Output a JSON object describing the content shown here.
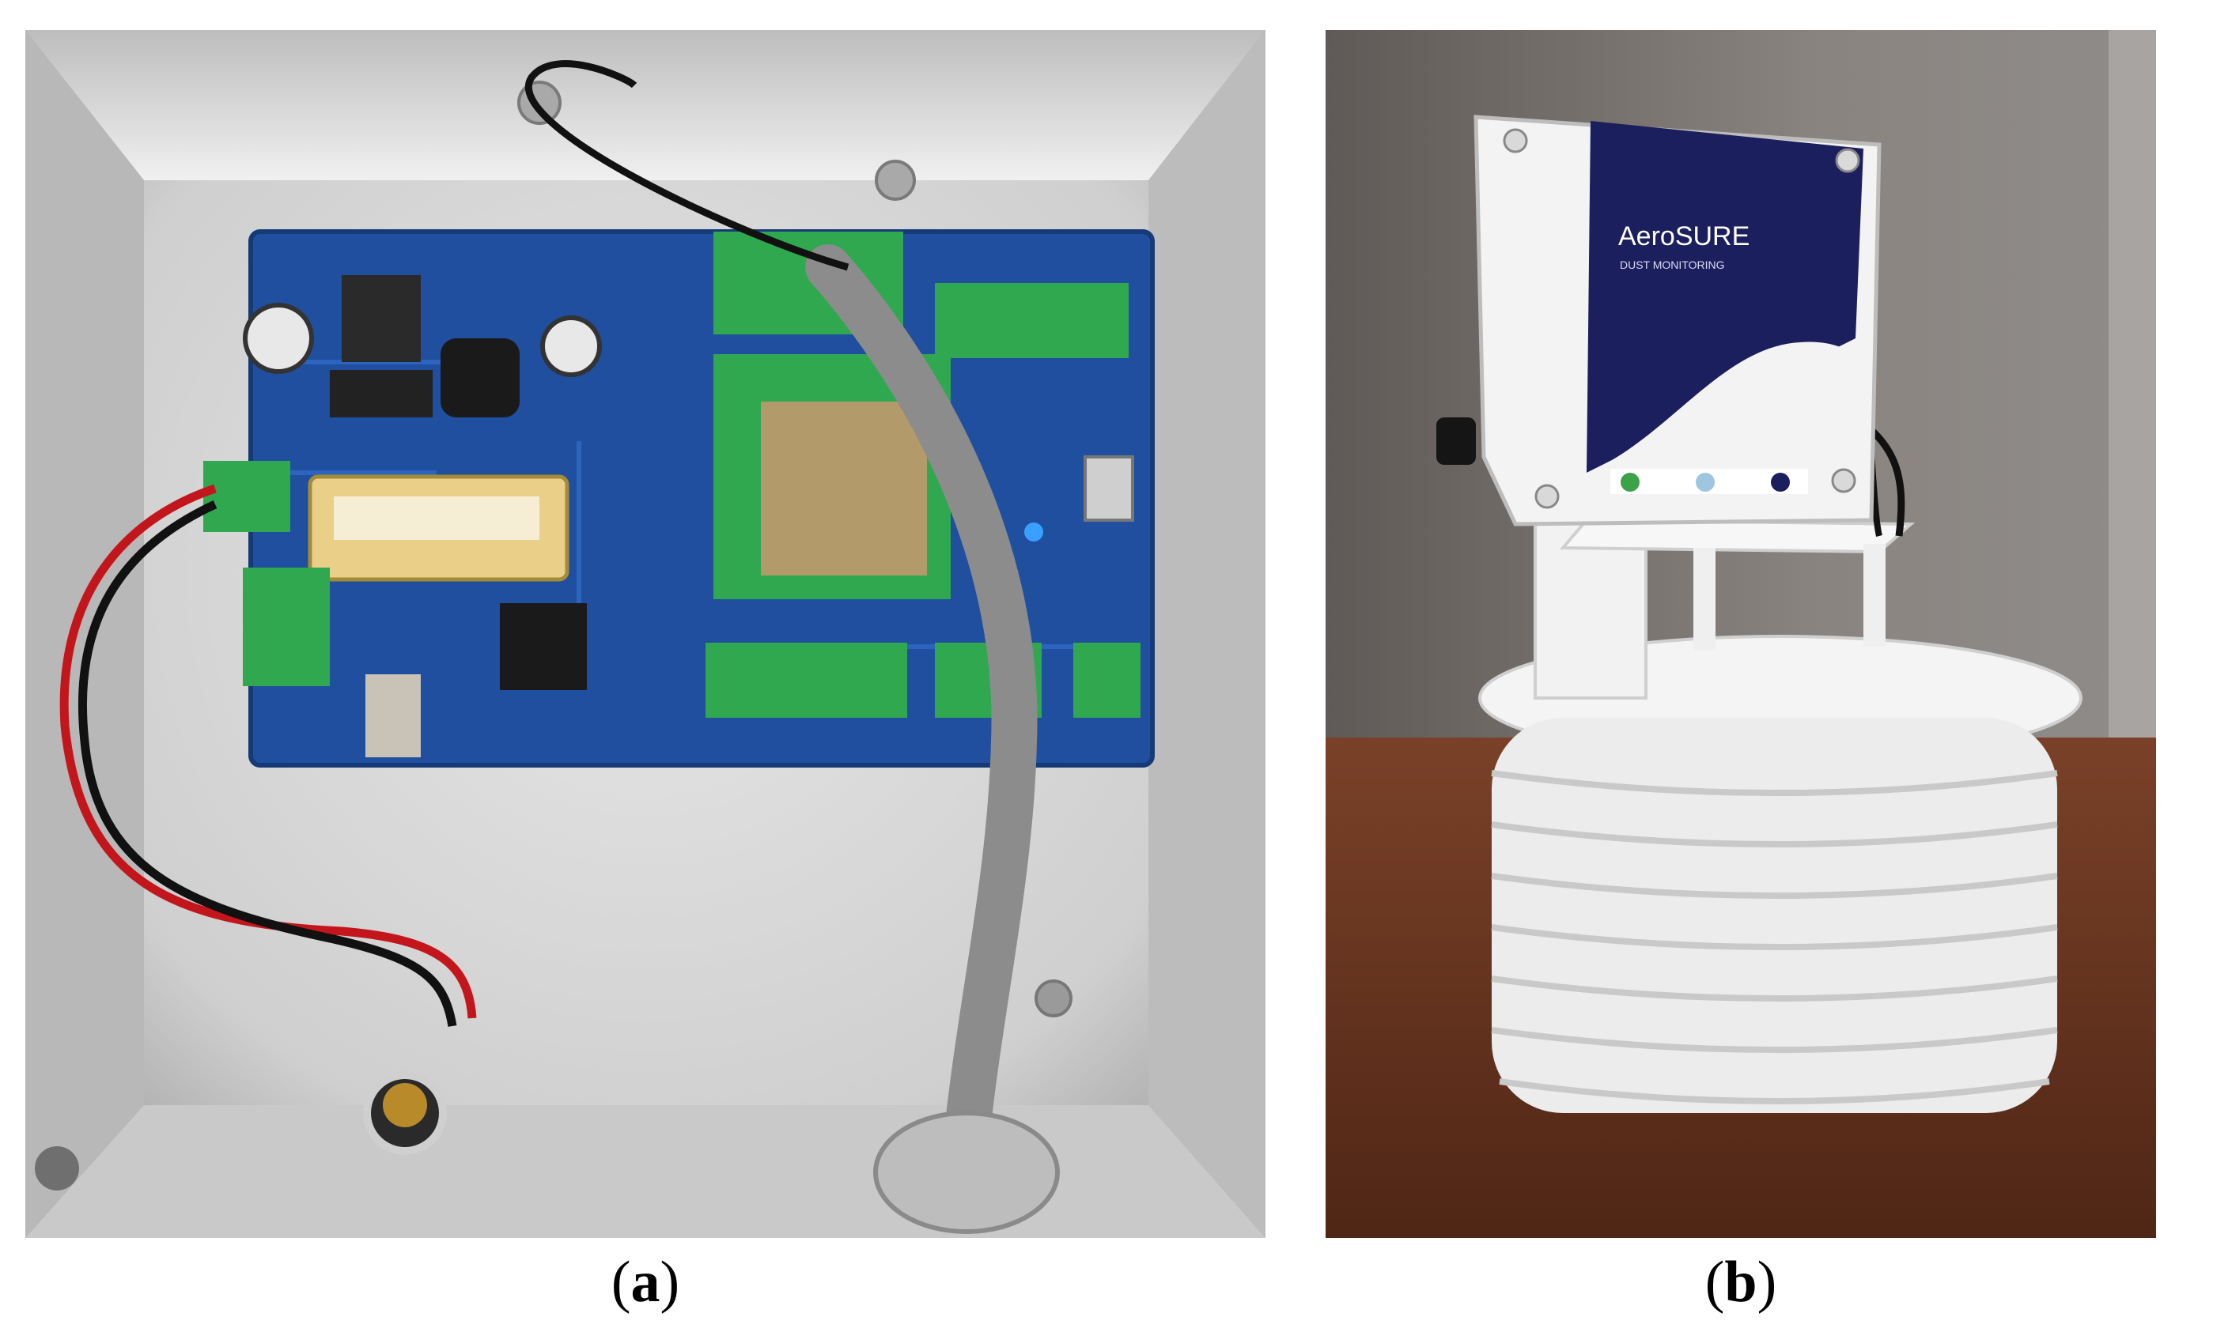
{
  "panels": [
    {
      "id": "a",
      "caption_letter": "a"
    },
    {
      "id": "b",
      "caption_letter": "b"
    }
  ],
  "panel_b": {
    "brand": "AeroSURE",
    "subtitle": "DUST MONITORING"
  },
  "colors": {
    "pcb_blue": "#1f4f9e",
    "terminal_green": "#2fa84f",
    "enclosure_gray": "#d9d9d9",
    "navy": "#1c1f5e",
    "wall": "#7d7672",
    "table": "#6a3a24"
  }
}
